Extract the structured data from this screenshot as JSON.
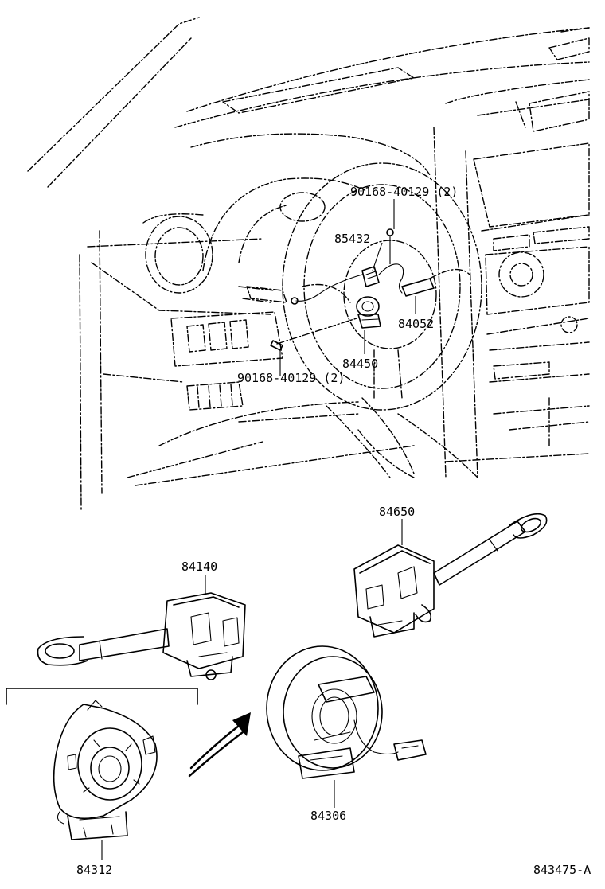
{
  "parts": {
    "bolt_upper": "90168-40129 (2)",
    "p85432": "85432",
    "p84052": "84052",
    "p84450": "84450",
    "bolt_lower": "90168-40129 (2)",
    "p84650": "84650",
    "p84140": "84140",
    "p84306": "84306",
    "p84312": "84312"
  },
  "drawing_number": "843475-A"
}
